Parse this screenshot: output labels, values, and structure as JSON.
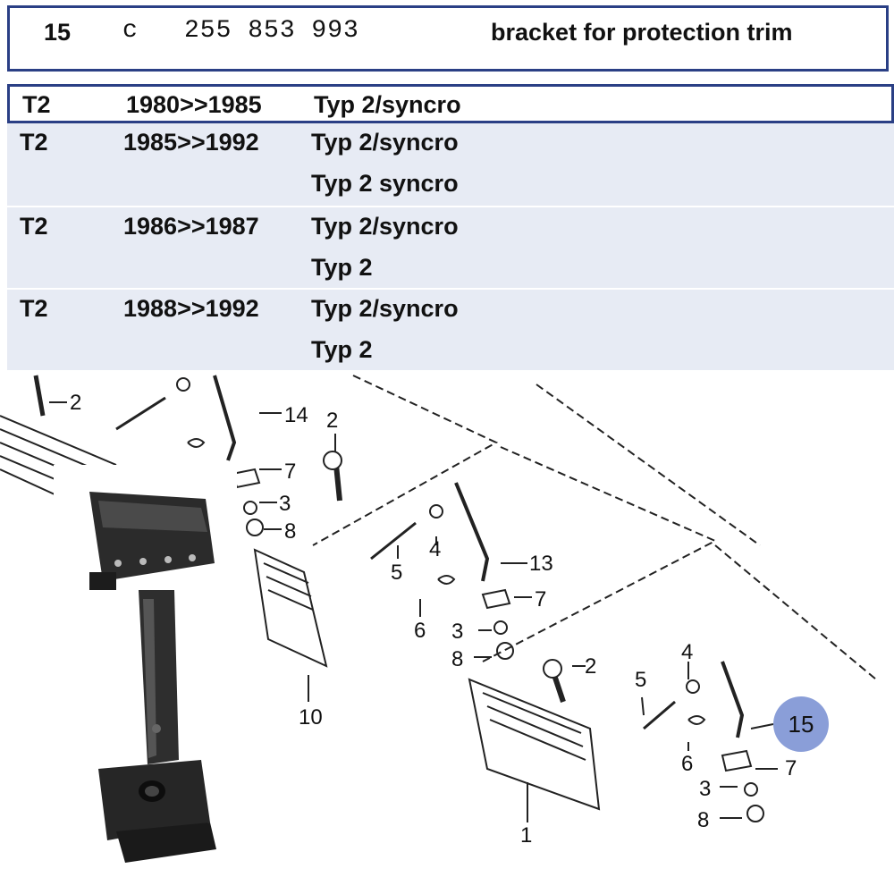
{
  "header": {
    "item_no": "15",
    "flag": "c",
    "part_number": "255 853 993",
    "description": "bracket for protection trim"
  },
  "rows": [
    {
      "model": "T2",
      "years": "1980>>1985",
      "types": [
        "Typ 2/syncro"
      ],
      "selected": true
    },
    {
      "model": "T2",
      "years": "1985>>1992",
      "types": [
        "Typ 2/syncro",
        "Typ 2 syncro"
      ],
      "selected": false
    },
    {
      "model": "T2",
      "years": "1986>>1987",
      "types": [
        "Typ 2/syncro",
        "Typ 2"
      ],
      "selected": false
    },
    {
      "model": "T2",
      "years": "1988>>1992",
      "types": [
        "Typ 2/syncro",
        "Typ 2"
      ],
      "selected": false
    }
  ],
  "diagram": {
    "callouts": [
      "1",
      "2",
      "2",
      "2",
      "3",
      "3",
      "4",
      "4",
      "5",
      "5",
      "6",
      "6",
      "7",
      "7",
      "7",
      "8",
      "8",
      "8",
      "10",
      "13",
      "14"
    ],
    "highlighted_callout": "15"
  }
}
